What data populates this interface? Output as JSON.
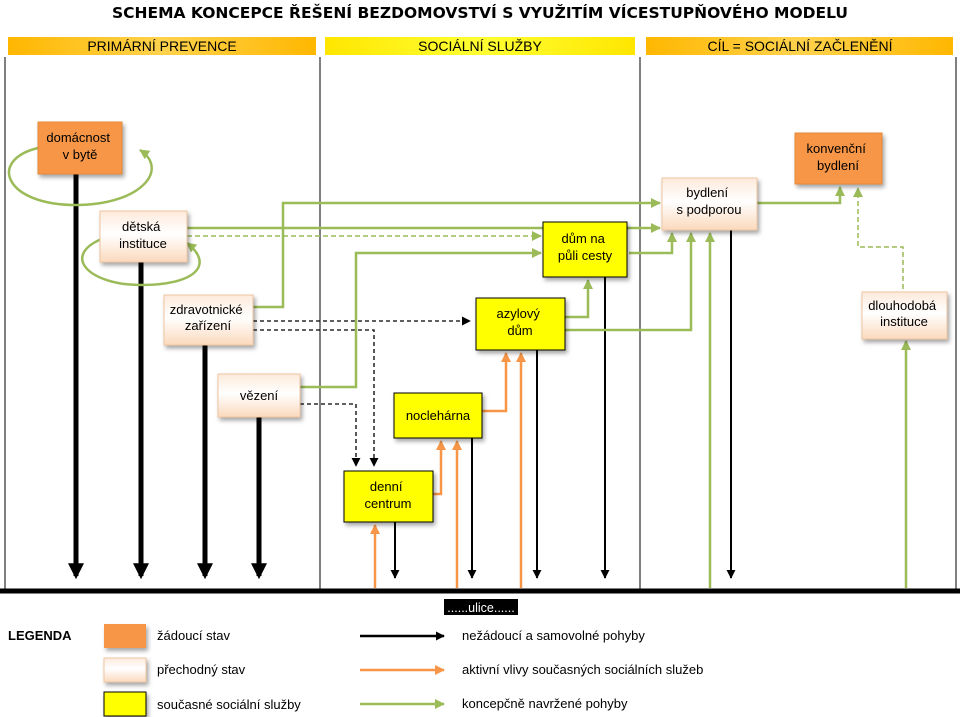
{
  "title": "SCHEMA KONCEPCE ŘEŠENÍ BEZDOMOVSTVÍ S VYUŽITÍM VÍCESTUPŇOVÉHO MODELU",
  "columns": [
    {
      "label": "PRIMÁRNÍ PREVENCE"
    },
    {
      "label": "SOCIÁLNÍ SLUŽBY"
    },
    {
      "label": "CÍL = SOCIÁLNÍ ZAČLENĚNÍ"
    }
  ],
  "nodes": {
    "domacnost": {
      "lines": [
        "domácnost",
        "v bytě"
      ],
      "type": "desired"
    },
    "detska": {
      "lines": [
        "dětská",
        "instituce"
      ],
      "type": "transitional"
    },
    "zdravotnicke": {
      "lines": [
        "zdravotnické",
        "zařízení"
      ],
      "type": "transitional"
    },
    "vezeni": {
      "lines": [
        "vězení"
      ],
      "type": "transitional"
    },
    "dum_na_puli": {
      "lines": [
        "dům na",
        "půli cesty"
      ],
      "type": "service"
    },
    "azylovy": {
      "lines": [
        "azylový",
        "dům"
      ],
      "type": "service"
    },
    "nocleharna": {
      "lines": [
        "noclehárna"
      ],
      "type": "service"
    },
    "denni": {
      "lines": [
        "denní",
        "centrum"
      ],
      "type": "service"
    },
    "bydleni": {
      "lines": [
        "bydlení",
        "s podporou"
      ],
      "type": "transitional"
    },
    "konvencni": {
      "lines": [
        "konvenční",
        "bydlení"
      ],
      "type": "desired"
    },
    "dlouhodoba": {
      "lines": [
        "dlouhodobá",
        "instituce"
      ],
      "type": "transitional"
    }
  },
  "street_label": "......ulice......",
  "legend": {
    "title": "LEGENDA",
    "boxes": [
      {
        "label": "žádoucí stav",
        "type": "desired"
      },
      {
        "label": "přechodný stav",
        "type": "transitional"
      },
      {
        "label": "současné sociální služby",
        "type": "service"
      }
    ],
    "arrows": [
      {
        "label": "nežádoucí a samovolné pohyby",
        "color": "#000000"
      },
      {
        "label": "aktivní vlivy současných sociálních služeb",
        "color": "#f79646"
      },
      {
        "label": "koncepčně navržené pohyby",
        "color": "#9bbb59"
      }
    ]
  },
  "colors": {
    "desired": "#f79646",
    "service": "#ffff00",
    "header": "#ffc000",
    "header_mid": "#ffff00",
    "green": "#9bbb59",
    "orange": "#f79646",
    "black": "#000000"
  }
}
